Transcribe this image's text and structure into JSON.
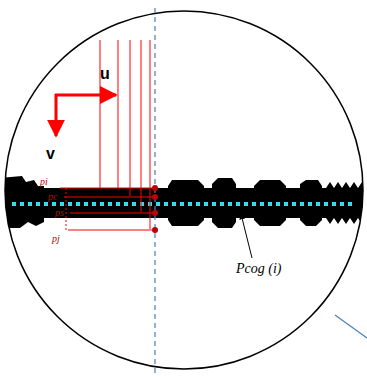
{
  "diagram": {
    "labels": [
      "u",
      "v",
      "pi",
      "pc",
      "ps",
      "pj",
      "Pcog (i)"
    ]
  }
}
